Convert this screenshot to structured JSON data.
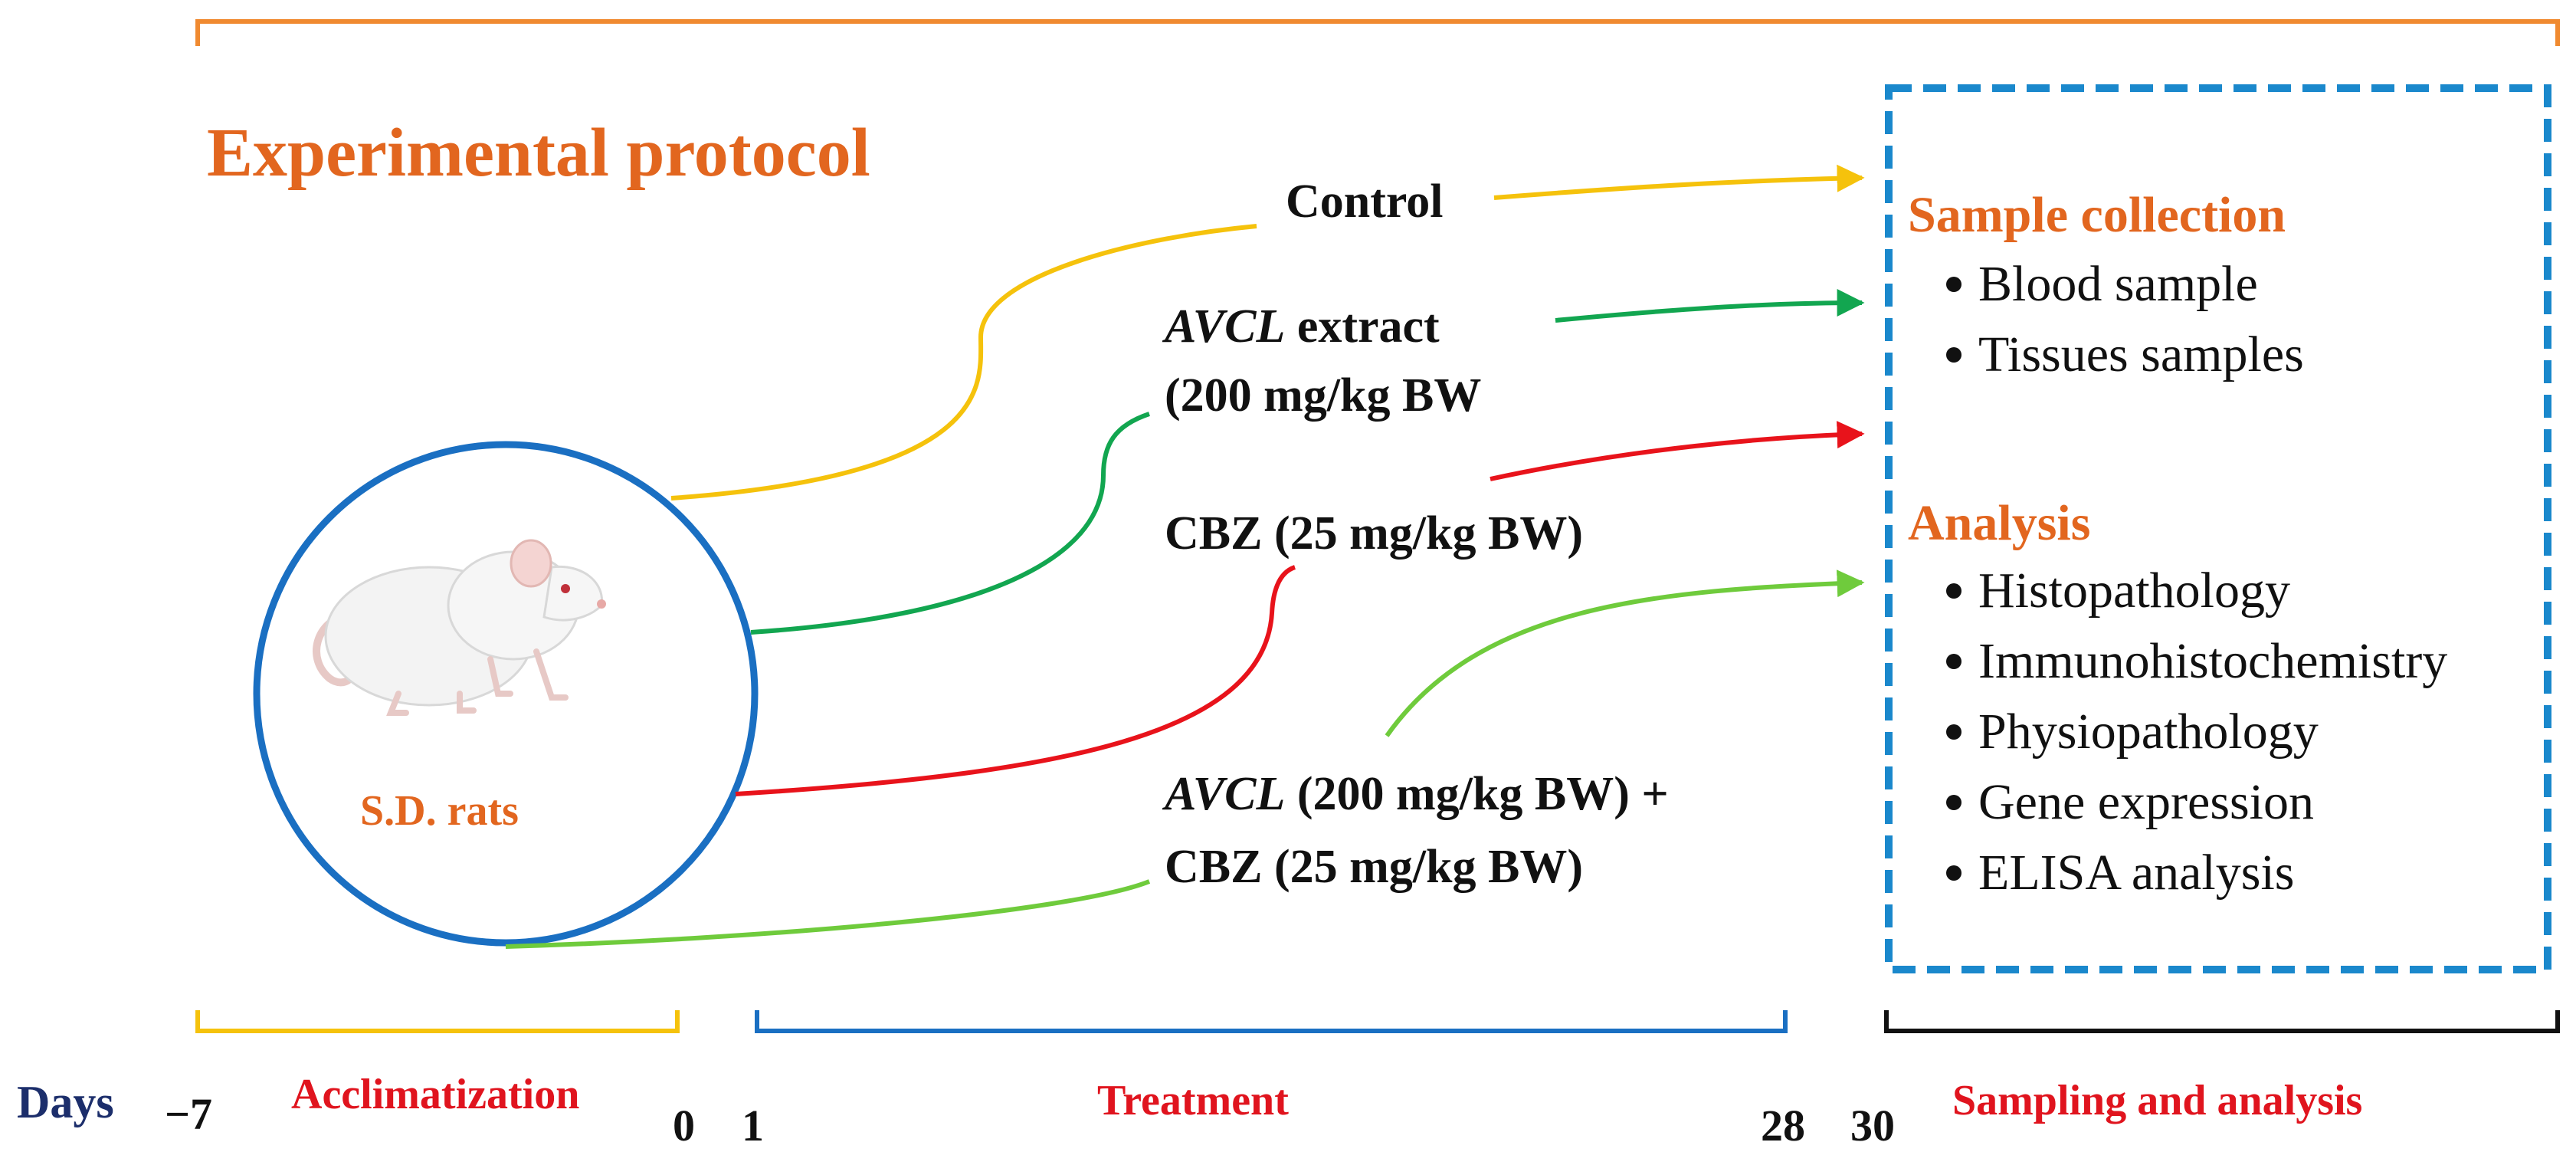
{
  "diagram": {
    "title": "Experimental protocol",
    "animal_label": "S.D. rats",
    "groups": [
      {
        "italic": "",
        "text": "Control",
        "line2": ""
      },
      {
        "italic": "AVCL",
        "text": " extract",
        "line2": "(200 mg/kg BW"
      },
      {
        "italic": "",
        "text": "CBZ (25 mg/kg BW)",
        "line2": ""
      },
      {
        "italic": "AVCL",
        "text": " (200 mg/kg BW) +",
        "line2": "CBZ (25 mg/kg BW)"
      }
    ],
    "sample_collection": {
      "heading": "Sample collection",
      "items": [
        "Blood sample",
        "Tissues samples"
      ]
    },
    "analysis": {
      "heading": "Analysis",
      "items": [
        "Histopathology",
        "Immunohistochemistry",
        "Physiopathology",
        "Gene expression",
        "ELISA analysis"
      ]
    },
    "timeline": {
      "days_label": "Days",
      "phases": [
        "Acclimatization",
        "Treatment",
        "Sampling and analysis"
      ],
      "day_marks": [
        "−7",
        "0",
        "1",
        "28",
        "30"
      ]
    },
    "colors": {
      "title": "#e2661f",
      "control": "#f5c20c",
      "avcl": "#12a650",
      "cbz": "#e8131b",
      "combo": "#6fcb3c",
      "circle": "#1a6fc2",
      "dashed_box": "#1a88cc",
      "phase_text": "#e0141e",
      "days_label": "#1c2e6b",
      "top_bracket": "#f08a30"
    }
  }
}
